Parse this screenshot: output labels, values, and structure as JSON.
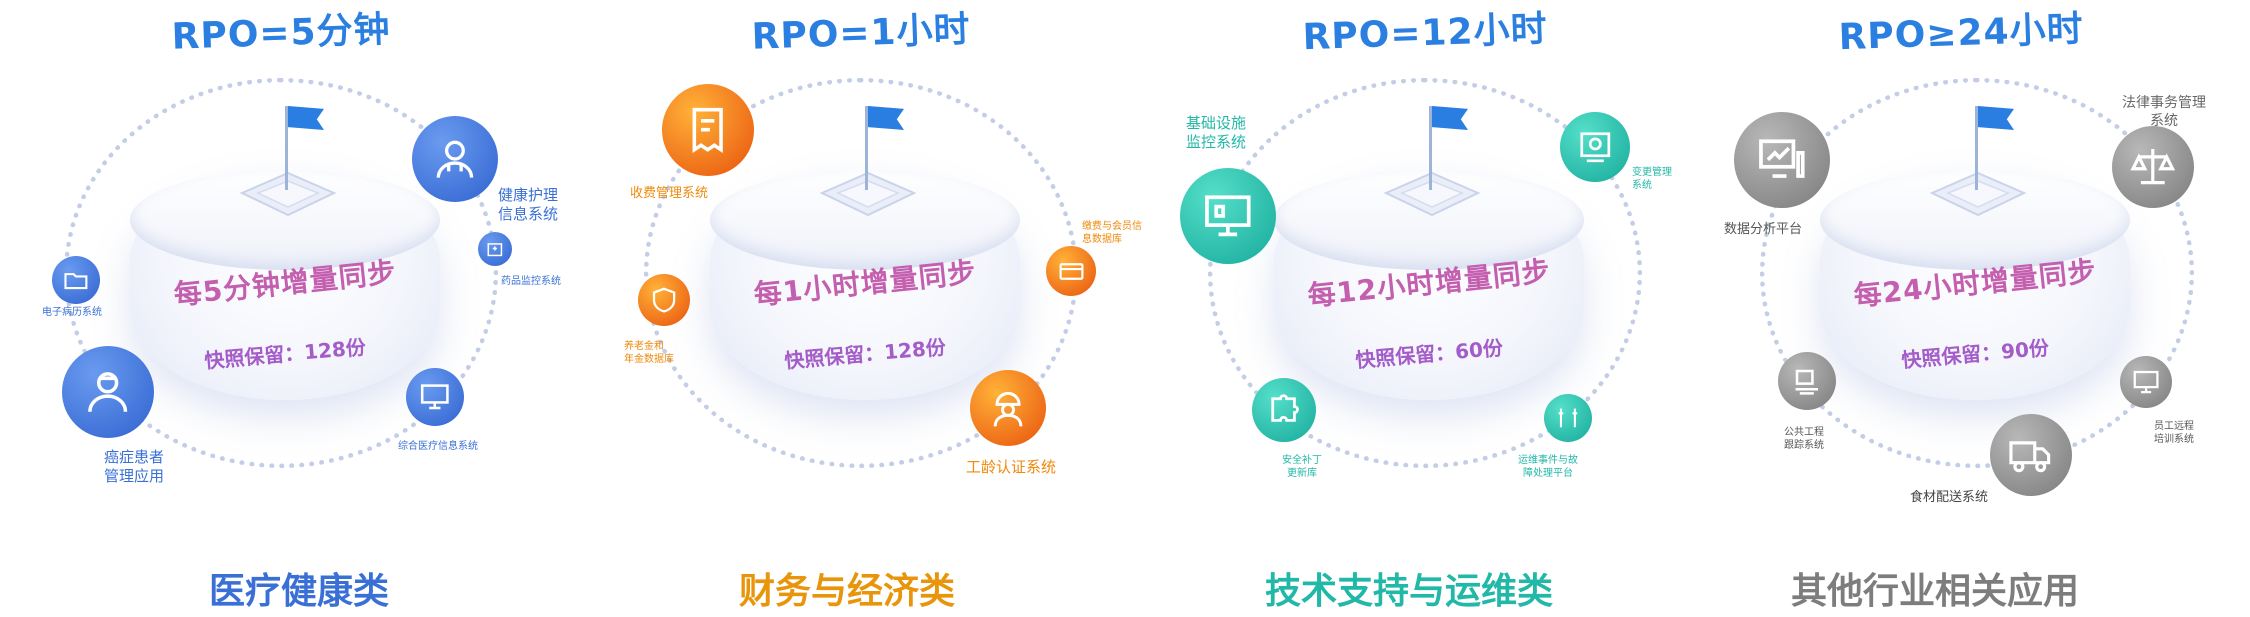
{
  "panels": [
    {
      "rpo": "RPO=5分钟",
      "sync": "每5分钟增量同步",
      "snapshot": "快照保留：128份",
      "category": "医疗健康类",
      "systems": {
        "health_care": "健康护理\n信息系统",
        "drug_monitor": "药品监控系统",
        "emr": "电子病历系统",
        "cancer": "癌症患者\n管理应用",
        "integrated": "综合医疗信息系统"
      }
    },
    {
      "rpo": "RPO=1小时",
      "sync": "每1小时增量同步",
      "snapshot": "快照保留：128份",
      "category": "财务与经济类",
      "systems": {
        "charge": "收费管理系统",
        "social": "缴费与会员信\n息数据库",
        "pension": "养老金和\n年金数据库",
        "seniority": "工龄认证系统"
      }
    },
    {
      "rpo": "RPO=12小时",
      "sync": "每12小时增量同步",
      "snapshot": "快照保留：60份",
      "category": "技术支持与运维类",
      "systems": {
        "infra": "基础设施\n监控系统",
        "change": "变更管理\n系统",
        "patch": "安全补丁\n更新库",
        "ops": "运维事件与故\n障处理平台"
      }
    },
    {
      "rpo": "RPO≥24小时",
      "sync": "每24小时增量同步",
      "snapshot": "快照保留：90份",
      "category": "其他行业相关应用",
      "systems": {
        "legal": "法律事务管理\n系统",
        "analytics": "数据分析平台",
        "engineering": "公共工程\n跟踪系统",
        "training": "员工远程\n培训系统",
        "food": "食材配送系统"
      }
    }
  ],
  "colors": {
    "rpo_title": "#2b7fe0",
    "medical": "#3a70d6",
    "finance": "#ef8a0c",
    "tech": "#22b8a8",
    "other": "#808080",
    "sync_gradient": [
      "#ee6a9a",
      "#8a5fd6"
    ],
    "snapshot": "#a45cc9",
    "flag": "#2a7de1"
  },
  "icons": {
    "medical": [
      "doctor-icon",
      "hospital-building-icon",
      "folder-icon",
      "nurse-icon",
      "monitor-icon"
    ],
    "finance": [
      "receipt-icon",
      "card-icon",
      "shield-icon",
      "worker-icon"
    ],
    "tech": [
      "monitor-icon",
      "camera-icon",
      "puzzle-icon",
      "tools-icon"
    ],
    "other": [
      "scale-icon",
      "analytics-icon",
      "machine-icon",
      "screen-icon",
      "truck-icon"
    ]
  }
}
